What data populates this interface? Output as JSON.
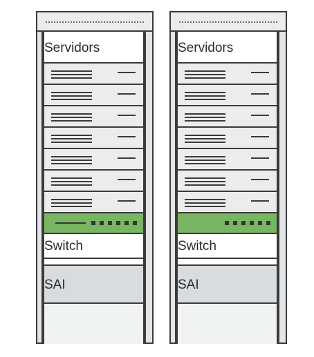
{
  "racks": [
    {
      "servers_label": "Servidors",
      "server_units": 7,
      "switch_label": "Switch",
      "ups_label": "SAI",
      "patch_panel": {
        "has_cable_line": true,
        "ports": 6
      },
      "colors": {
        "frame": "#3a3a3a",
        "patch_panel": "#79b562",
        "ups": "#d9dcdf",
        "server": "#ececec"
      }
    },
    {
      "servers_label": "Servidors",
      "server_units": 7,
      "switch_label": "Switch",
      "ups_label": "SAI",
      "patch_panel": {
        "has_cable_line": false,
        "ports": 6
      },
      "colors": {
        "frame": "#3a3a3a",
        "patch_panel": "#79b562",
        "ups": "#d9dcdf",
        "server": "#ececec"
      }
    }
  ]
}
